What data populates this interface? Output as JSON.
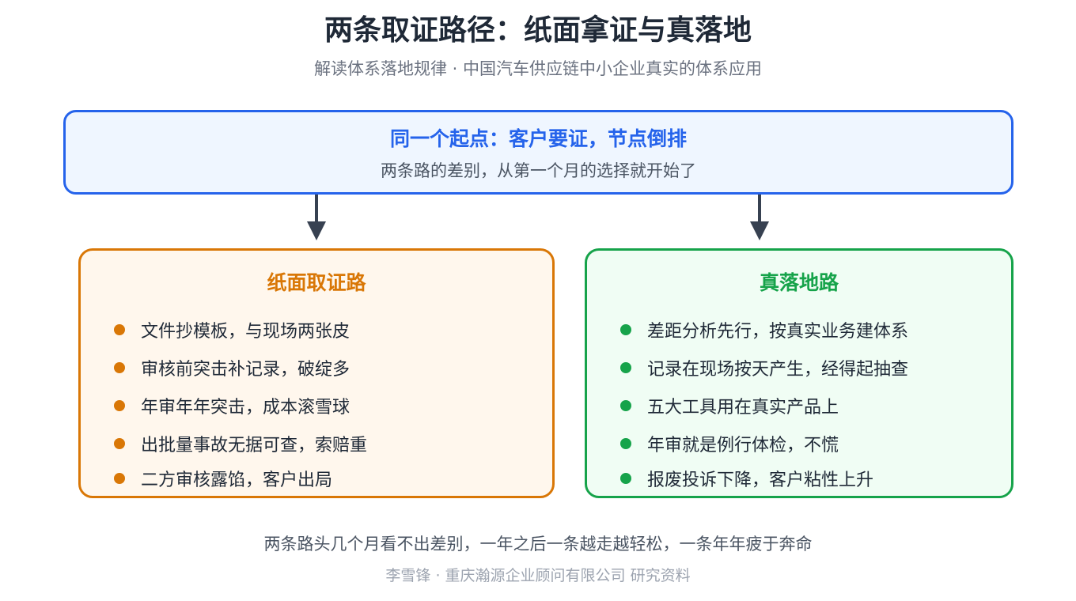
{
  "header": {
    "title": "两条取证路径：纸面拿证与真落地",
    "subtitle": "解读体系落地规律 · 中国汽车供应链中小企业真实的体系应用"
  },
  "start": {
    "title": "同一个起点：客户要证，节点倒排",
    "subtitle": "两条路的差别，从第一个月的选择就开始了"
  },
  "paths": {
    "paper": {
      "title": "纸面取证路",
      "items": [
        "文件抄模板，与现场两张皮",
        "审核前突击补记录，破绽多",
        "年审年年突击，成本滚雪球",
        "出批量事故无据可查，索赔重",
        "二方审核露馅，客户出局"
      ]
    },
    "real": {
      "title": "真落地路",
      "items": [
        "差距分析先行，按真实业务建体系",
        "记录在现场按天产生，经得起抽查",
        "五大工具用在真实产品上",
        "年审就是例行体检，不慌",
        "报废投诉下降，客户粘性上升"
      ]
    }
  },
  "footer": {
    "conclusion": "两条路头几个月看不出差别，一年之后一条越走越轻松，一条年年疲于奔命",
    "credit": "李雪锋 · 重庆瀚源企业顾问有限公司 研究资料"
  },
  "colors": {
    "blue": "#2563eb",
    "orange": "#d97706",
    "green": "#16a34a",
    "arrow": "#374151"
  }
}
